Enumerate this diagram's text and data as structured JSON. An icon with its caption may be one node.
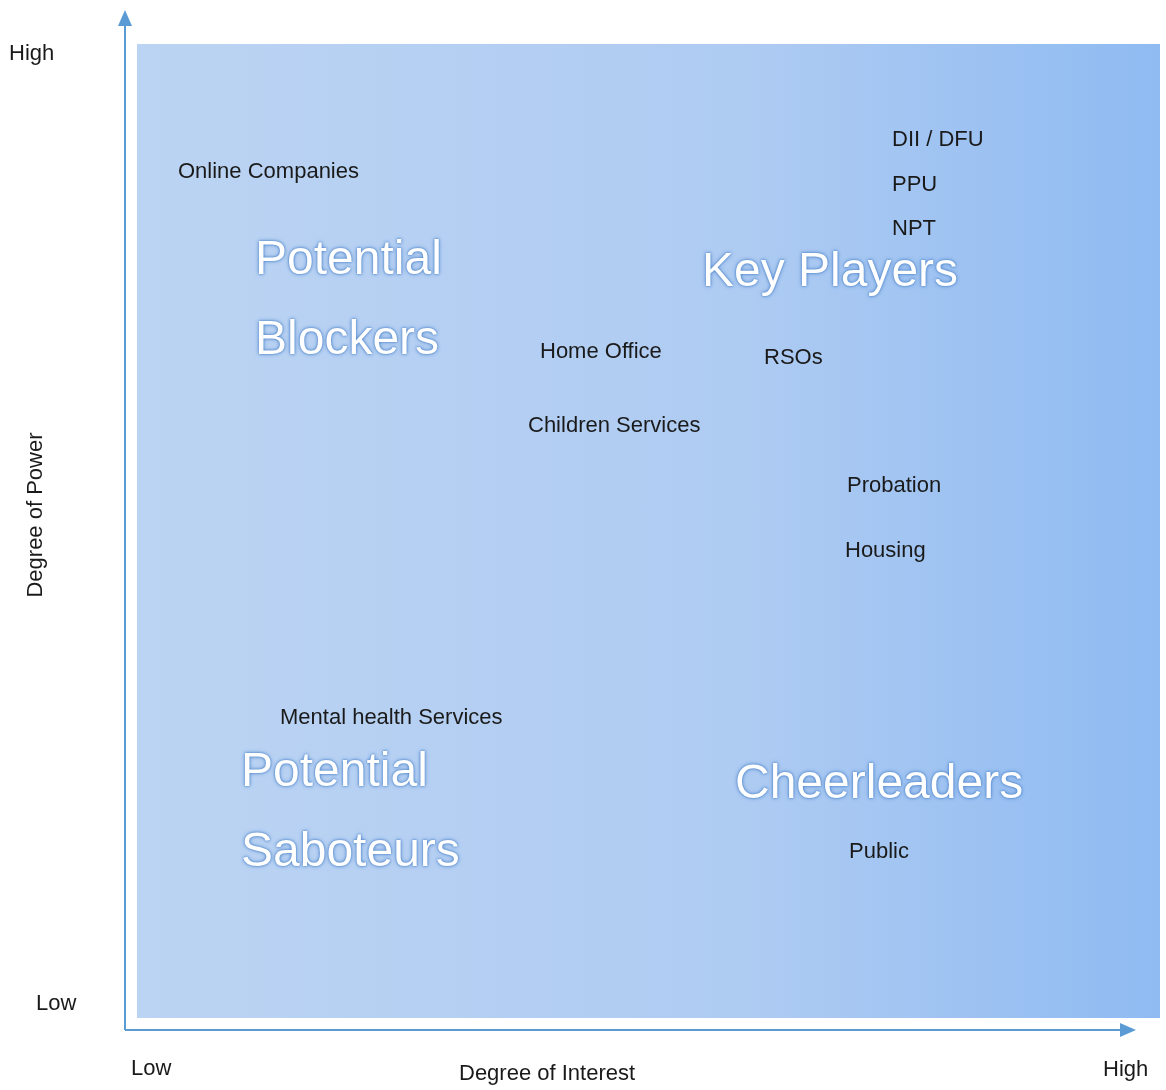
{
  "diagram": {
    "labels": [
      "High",
      "DII / DFU",
      "Online Companies",
      "PPU",
      "NPT",
      "Potential Blockers",
      "Key Players",
      "Home Office",
      "RSOs",
      "Children Services",
      "Degree of Power",
      "Probation",
      "Housing",
      "Mental health Services",
      "Potential Saboteurs",
      "Cheerleaders",
      "Public",
      "Low",
      "Low",
      "Degree of Interest",
      "High"
    ]
  }
}
